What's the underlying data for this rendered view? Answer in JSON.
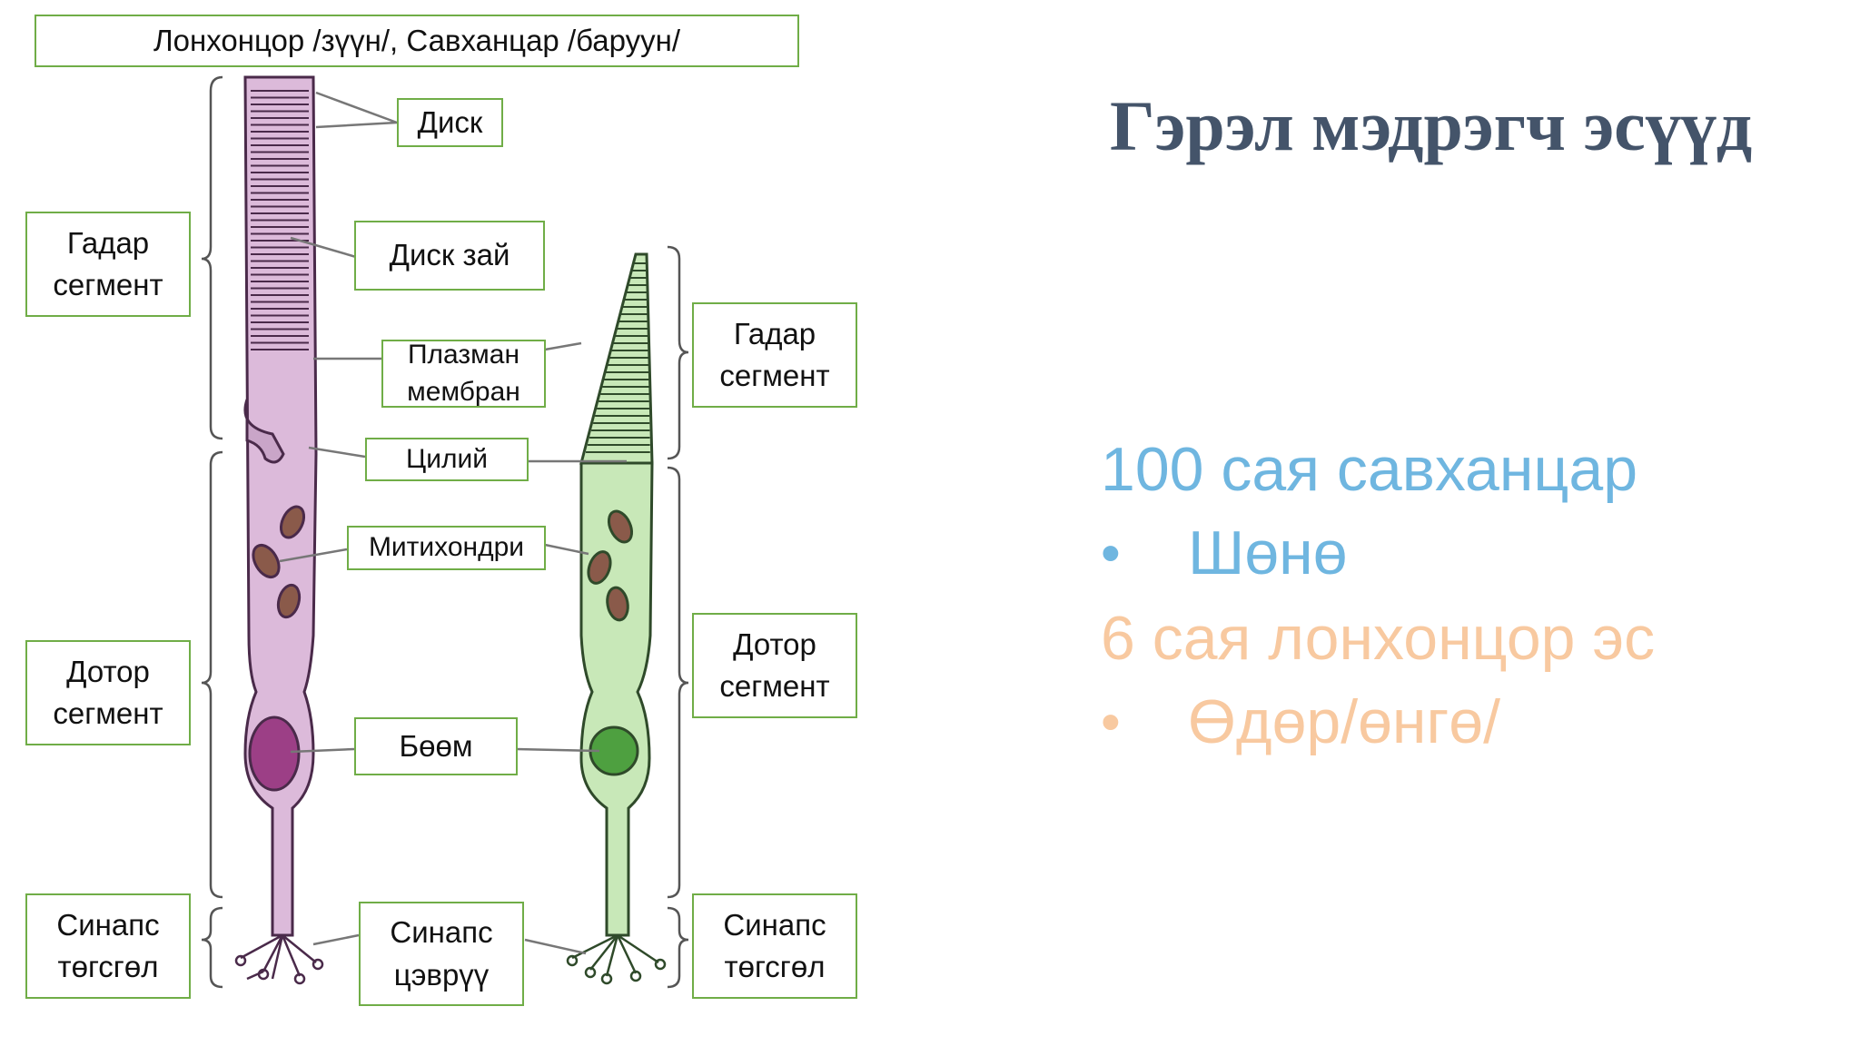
{
  "labels": {
    "top_title": "Лонхонцор /зүүн/,  Савханцар /баруун/",
    "disk": "Диск",
    "disk_gap": "Диск зай",
    "plasma_membrane": "Плазман\nмембран",
    "cilium": "Цилий",
    "mitochondria": "Митихондри",
    "nucleus": "Бөөм",
    "synaptic_vesicles": "Синапс\nцэврүү",
    "left_outer_segment": "Гадар\nсегмент",
    "left_inner_segment": "Дотор\nсегмент",
    "left_synaptic_terminal": "Синапс\nтөгсгөл",
    "right_outer_segment": "Гадар\nсегмент",
    "right_inner_segment": "Дотор\nсегмент",
    "right_synaptic_terminal": "Синапс\nтөгсгөл"
  },
  "slide": {
    "title": "Гэрэл мэдрэгч эсүүд",
    "rods_heading": "100 сая савханцар",
    "rods_bullet": "Шөнө",
    "cones_heading": "6 сая лонхонцор эс",
    "cones_bullet": "Өдөр/өнгө/",
    "bullet_glyph": "•"
  },
  "colors": {
    "label_border": "#70ad47",
    "title": "#44546a",
    "rods_text": "#6fb6e0",
    "cones_text": "#f8c9a0",
    "left_cell_fill": "#dcbada",
    "left_nucleus": "#9c3f86",
    "right_cell_fill": "#c8e8b8",
    "right_nucleus": "#4ea040"
  }
}
